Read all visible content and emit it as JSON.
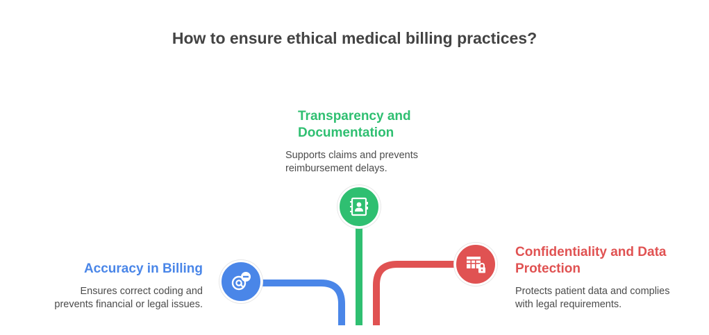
{
  "title": "How to ensure ethical medical billing practices?",
  "colors": {
    "accuracy": "#4a86e8",
    "transparency": "#2fbf71",
    "confidentiality": "#e05252"
  },
  "items": [
    {
      "heading": "Accuracy in Billing",
      "description_lines": [
        "Ensures correct coding and",
        "prevents financial or legal issues."
      ],
      "icon": "at-sign-minus-icon"
    },
    {
      "heading_lines": [
        "Transparency and",
        "Documentation"
      ],
      "description_lines": [
        "Supports claims and prevents",
        "reimbursement delays."
      ],
      "icon": "contact-book-icon"
    },
    {
      "heading_lines": [
        "Confidentiality and Data",
        "Protection"
      ],
      "description_lines": [
        "Protects patient data and complies",
        "with legal requirements."
      ],
      "icon": "table-lock-icon"
    }
  ]
}
